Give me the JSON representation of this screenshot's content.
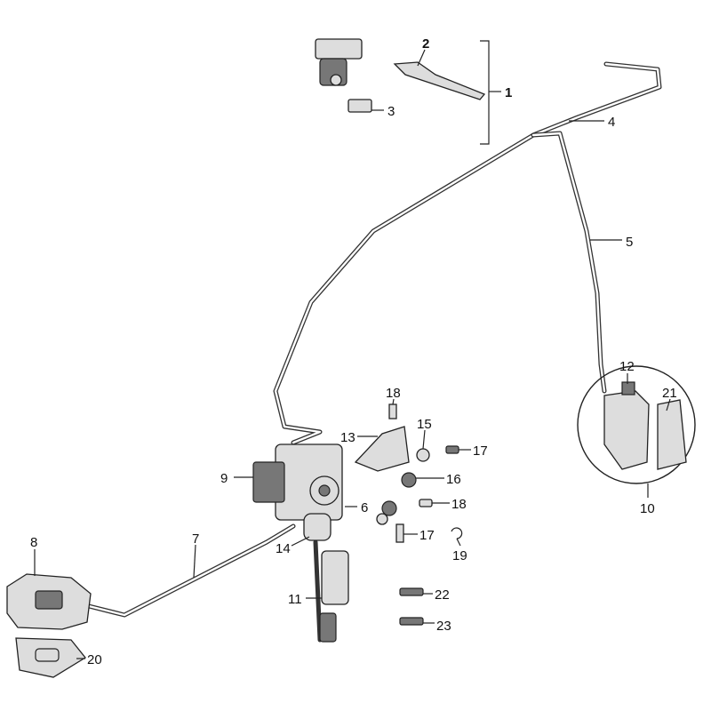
{
  "diagram": {
    "title": "Brake system exploded parts diagram",
    "callouts": [
      {
        "id": "c1",
        "text": "1"
      },
      {
        "id": "c2",
        "text": "2"
      },
      {
        "id": "c3",
        "text": "3"
      },
      {
        "id": "c4",
        "text": "4"
      },
      {
        "id": "c5",
        "text": "5"
      },
      {
        "id": "c6",
        "text": "6"
      },
      {
        "id": "c7",
        "text": "7"
      },
      {
        "id": "c8",
        "text": "8"
      },
      {
        "id": "c9",
        "text": "9"
      },
      {
        "id": "c10",
        "text": "10"
      },
      {
        "id": "c11",
        "text": "11"
      },
      {
        "id": "c12",
        "text": "12"
      },
      {
        "id": "c13",
        "text": "13"
      },
      {
        "id": "c14",
        "text": "14"
      },
      {
        "id": "c15",
        "text": "15"
      },
      {
        "id": "c16",
        "text": "16"
      },
      {
        "id": "c17a",
        "text": "17"
      },
      {
        "id": "c18a",
        "text": "18"
      },
      {
        "id": "c18b",
        "text": "18"
      },
      {
        "id": "c17b",
        "text": "17"
      },
      {
        "id": "c19",
        "text": "19"
      },
      {
        "id": "c20",
        "text": "20"
      },
      {
        "id": "c21",
        "text": "21"
      },
      {
        "id": "c22",
        "text": "22"
      },
      {
        "id": "c23",
        "text": "23"
      }
    ]
  }
}
